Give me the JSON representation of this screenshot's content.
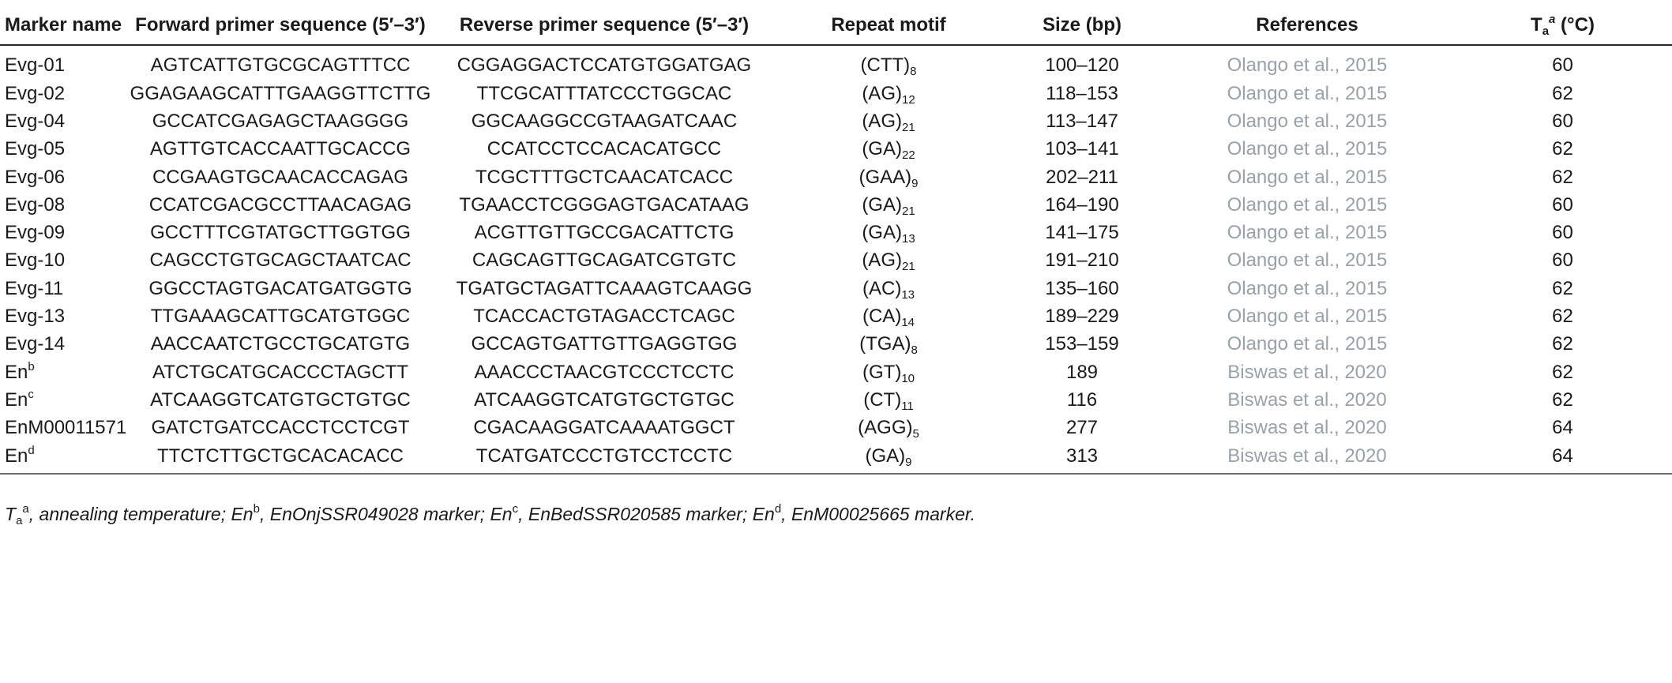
{
  "headers": {
    "marker_name": "Marker name",
    "forward": "Forward primer sequence (5′–3′)",
    "reverse": "Reverse primer sequence (5′–3′)",
    "motif": "Repeat motif",
    "size": "Size (bp)",
    "references": "References",
    "ta_base": "T",
    "ta_sub": "a",
    "ta_sup": "a",
    "ta_unit": " (°C)"
  },
  "rows": [
    {
      "name": "Evg-01",
      "name_sup": "",
      "fwd": "AGTCATTGTGCGCAGTTTCC",
      "rev": "CGGAGGACTCCATGTGGATGAG",
      "motif": "(CTT)",
      "motif_sub": "8",
      "size": "100–120",
      "ref": "Olango et al., 2015",
      "ta": "60"
    },
    {
      "name": "Evg-02",
      "name_sup": "",
      "fwd": "GGAGAAGCATTTGAAGGTTCTTG",
      "rev": "TTCGCATTTATCCCTGGCAC",
      "motif": "(AG)",
      "motif_sub": "12",
      "size": "118–153",
      "ref": "Olango et al., 2015",
      "ta": "62"
    },
    {
      "name": "Evg-04",
      "name_sup": "",
      "fwd": "GCCATCGAGAGCTAAGGGG",
      "rev": "GGCAAGGCCGTAAGATCAAC",
      "motif": "(AG)",
      "motif_sub": "21",
      "size": "113–147",
      "ref": "Olango et al., 2015",
      "ta": "60"
    },
    {
      "name": "Evg-05",
      "name_sup": "",
      "fwd": "AGTTGTCACCAATTGCACCG",
      "rev": "CCATCCTCCACACATGCC",
      "motif": "(GA)",
      "motif_sub": "22",
      "size": "103–141",
      "ref": "Olango et al., 2015",
      "ta": "62"
    },
    {
      "name": "Evg-06",
      "name_sup": "",
      "fwd": "CCGAAGTGCAACACCAGAG",
      "rev": "TCGCTTTGCTCAACATCACC",
      "motif": "(GAA)",
      "motif_sub": "9",
      "size": "202–211",
      "ref": "Olango et al., 2015",
      "ta": "62"
    },
    {
      "name": "Evg-08",
      "name_sup": "",
      "fwd": "CCATCGACGCCTTAACAGAG",
      "rev": "TGAACCTCGGGAGTGACATAAG",
      "motif": "(GA)",
      "motif_sub": "21",
      "size": "164–190",
      "ref": "Olango et al., 2015",
      "ta": "60"
    },
    {
      "name": "Evg-09",
      "name_sup": "",
      "fwd": "GCCTTTCGTATGCTTGGTGG",
      "rev": "ACGTTGTTGCCGACATTCTG",
      "motif": "(GA)",
      "motif_sub": "13",
      "size": "141–175",
      "ref": "Olango et al., 2015",
      "ta": "60"
    },
    {
      "name": "Evg-10",
      "name_sup": "",
      "fwd": "CAGCCTGTGCAGCTAATCAC",
      "rev": "CAGCAGTTGCAGATCGTGTC",
      "motif": "(AG)",
      "motif_sub": "21",
      "size": "191–210",
      "ref": "Olango et al., 2015",
      "ta": "60"
    },
    {
      "name": "Evg-11",
      "name_sup": "",
      "fwd": "GGCCTAGTGACATGATGGTG",
      "rev": "TGATGCTAGATTCAAAGTCAAGG",
      "motif": "(AC)",
      "motif_sub": "13",
      "size": "135–160",
      "ref": "Olango et al., 2015",
      "ta": "62"
    },
    {
      "name": "Evg-13",
      "name_sup": "",
      "fwd": "TTGAAAGCATTGCATGTGGC",
      "rev": "TCACCACTGTAGACCTCAGC",
      "motif": "(CA)",
      "motif_sub": "14",
      "size": "189–229",
      "ref": "Olango et al., 2015",
      "ta": "62"
    },
    {
      "name": "Evg-14",
      "name_sup": "",
      "fwd": "AACCAATCTGCCTGCATGTG",
      "rev": "GCCAGTGATTGTTGAGGTGG",
      "motif": "(TGA)",
      "motif_sub": "8",
      "size": "153–159",
      "ref": "Olango et al., 2015",
      "ta": "62"
    },
    {
      "name": "En",
      "name_sup": "b",
      "fwd": "ATCTGCATGCACCCTAGCTT",
      "rev": "AAACCCTAACGTCCCTCCTC",
      "motif": "(GT)",
      "motif_sub": "10",
      "size": "189",
      "ref": "Biswas et al., 2020",
      "ta": "62"
    },
    {
      "name": "En",
      "name_sup": "c",
      "fwd": "ATCAAGGTCATGTGCTGTGC",
      "rev": "ATCAAGGTCATGTGCTGTGC",
      "motif": "(CT)",
      "motif_sub": "11",
      "size": "116",
      "ref": "Biswas et al., 2020",
      "ta": "62"
    },
    {
      "name": "EnM00011571",
      "name_sup": "",
      "fwd": "GATCTGATCCACCTCCTCGT",
      "rev": "CGACAAGGATCAAAATGGCT",
      "motif": "(AGG)",
      "motif_sub": "5",
      "size": "277",
      "ref": "Biswas et al., 2020",
      "ta": "64"
    },
    {
      "name": "En",
      "name_sup": "d",
      "fwd": "TTCTCTTGCTGCACACACC",
      "rev": "TCATGATCCCTGTCCTCCTC",
      "motif": "(GA)",
      "motif_sub": "9",
      "size": "313",
      "ref": "Biswas et al., 2020",
      "ta": "64"
    }
  ],
  "footnote": {
    "t": "T",
    "t_sub": "a",
    "t_sup": "a",
    "text1": ", annealing temperature; ",
    "en_b": "En",
    "en_b_sup": "b",
    "text2": ", EnOnjSSR049028 marker; ",
    "en_c": "En",
    "en_c_sup": "c",
    "text3": ", EnBedSSR020585 marker; ",
    "en_d": "En",
    "en_d_sup": "d",
    "text4": ", EnM00025665 marker."
  }
}
